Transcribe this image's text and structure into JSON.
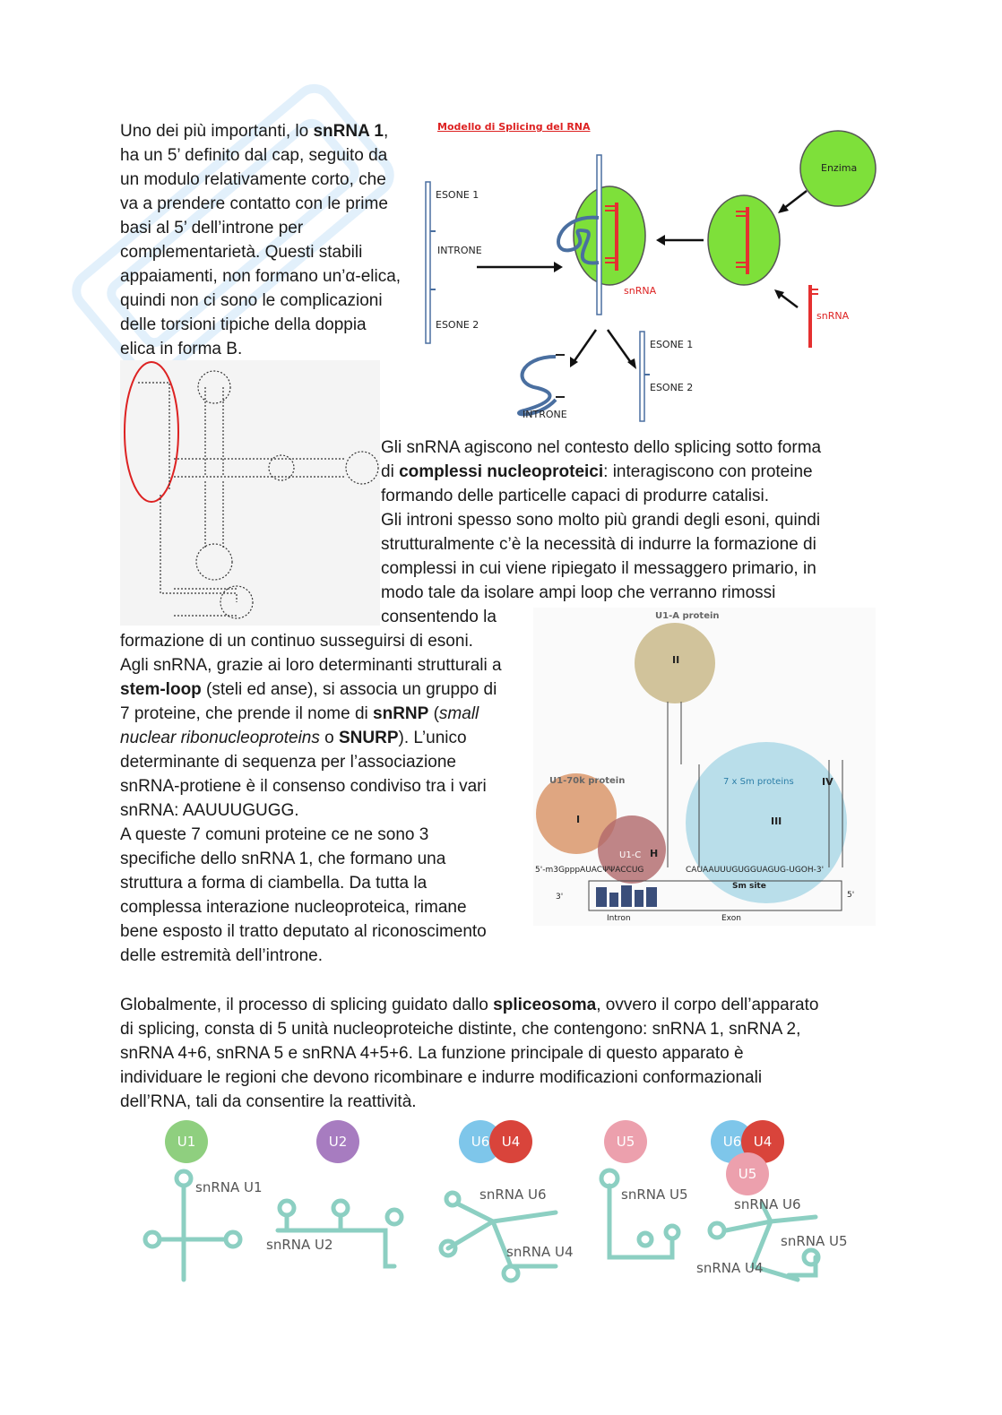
{
  "para1": {
    "l1a": "Uno dei più importanti, lo ",
    "l1b": "snRNA 1",
    "l1c": ",",
    "l2": "ha un 5’ definito dal cap, seguito da",
    "l3": "un modulo relativamente corto, che",
    "l4": "va a prendere contatto con le prime",
    "l5": "basi al 5’ dell’introne per",
    "l6": "complementarietà. Questi stabili",
    "l7": "appaiamenti, non formano un’α-elica,",
    "l8": "quindi non ci sono le complicazioni",
    "l9": "delle torsioni tipiche della doppia",
    "l10": "elica in forma B."
  },
  "splicing_model": {
    "title": "Modello di Splicing del RNA",
    "esone1": "ESONE 1",
    "introne": "INTRONE",
    "esone2": "ESONE 2",
    "enzima": "Enzima",
    "snrna_a": "snRNA",
    "snrna_b": "snRNA",
    "esone1_out": "ESONE 1",
    "esone2_out": "ESONE 2",
    "introne_out": "INTRONE",
    "colors": {
      "enzyme": "#7ee03a",
      "snrna": "#e53030",
      "rna": "#4a6fa0"
    }
  },
  "para2": {
    "l1": "Gli snRNA agiscono nel contesto dello splicing sotto forma",
    "l2a": "di ",
    "l2b": "complessi nucleoproteici",
    "l2c": ": interagiscono con proteine",
    "l3": "formando delle particelle capaci di produrre catalisi.",
    "l4": "Gli introni spesso sono molto più grandi degli esoni, quindi",
    "l5": "strutturalmente c’è la necessità di indurre la formazione di",
    "l6": "complessi in cui viene ripiegato il messaggero primario, in",
    "l7": "modo tale da isolare ampi loop che verranno rimossi",
    "l8": "consentendo la",
    "l9": "formazione di un continuo susseguirsi di esoni."
  },
  "para3": {
    "l1": "Agli snRNA, grazie ai loro determinanti strutturali a",
    "l2a": "stem-loop",
    "l2b": " (steli ed anse), si associa un gruppo di",
    "l3a": "7 proteine, che prende il nome di ",
    "l3b": "snRNP",
    "l3c": " (",
    "l3d": "small",
    "l4a": "nuclear ribonucleoproteins",
    "l4b": " o ",
    "l4c": "SNURP",
    "l4d": "). L’unico",
    "l5": "determinante di sequenza per l’associazione",
    "l6": "snRNA-protiene è il consenso condiviso tra i vari",
    "l7": "snRNA: AAUUUGUGG.",
    "l8": "A queste 7 comuni proteine ce ne sono 3",
    "l9": "specifiche dello snRNA 1, che formano una",
    "l10": "struttura a forma di ciambella. Da tutta la",
    "l11": "complessa interazione nucleoproteica, rimane",
    "l12": "bene esposto il tratto deputato al riconoscimento",
    "l13": "delle estremità dell’introne."
  },
  "u1_figure": {
    "u1a": "U1-A protein",
    "u170k": "U1-70k protein",
    "sm": "7 x Sm proteins",
    "uic": "U1-C",
    "roman_i": "I",
    "roman_ii": "II",
    "roman_iii": "III",
    "roman_iv": "IV",
    "roman_h": "H",
    "five_prime": "5'",
    "three_prime": "3'",
    "seq_left": "5'-m3GpppAUACΨΨACCUG",
    "seq_mid": "CAUAAUUUGUGGUAGUG-UGOH-3'",
    "sm_site": "Sm site",
    "intron": "Intron",
    "exon": "Exon",
    "colors": {
      "u1a": "#c9b98a",
      "u170k": "#d9966b",
      "u1c": "#b0686a",
      "sm": "#a9d7e6"
    }
  },
  "para4": {
    "l1a": "Globalmente, il processo di splicing guidato dallo ",
    "l1b": "spliceosoma",
    "l1c": ", ovvero il corpo dell’apparato",
    "l2": "di splicing, consta di 5 unità nucleoproteiche distinte, che contengono: snRNA 1, snRNA 2,",
    "l3": "snRNA 4+6, snRNA 5 e snRNA 4+5+6. La funzione principale di questo apparato è",
    "l4": "individuare le regioni che devono ricombinare e indurre modificazioni conformazionali",
    "l5": "dell’RNA, tali da consentire la reattività."
  },
  "snrnp_row": {
    "u1": "U1",
    "u2": "U2",
    "u6": "U6",
    "u4": "U4",
    "u5": "U5",
    "u6b": "U6",
    "u4b": "U4",
    "u5b": "U5",
    "snrna_u1": "snRNA U1",
    "snrna_u2": "snRNA U2",
    "snrna_u6": "snRNA U6",
    "snrna_u4": "snRNA U4",
    "snrna_u5": "snRNA U5",
    "snrna_u6b": "snRNA U6",
    "snrna_u5b": "snRNA U5",
    "snrna_u4b": "snRNA U4",
    "colors": {
      "u1": "#8fcf7f",
      "u2": "#a77cc0",
      "u6": "#7ec6ea",
      "u4": "#d9443b",
      "u5": "#eca0ad",
      "rna": "#8ccfc2"
    }
  }
}
